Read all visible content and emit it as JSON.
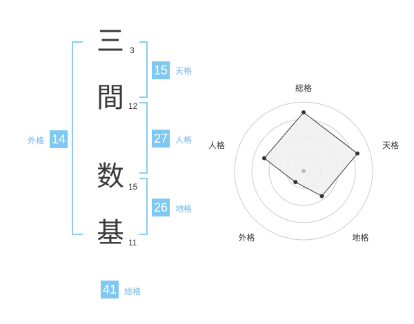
{
  "name": {
    "characters": [
      {
        "char": "三",
        "strokes": "3"
      },
      {
        "char": "間",
        "strokes": "12"
      },
      {
        "char": "数",
        "strokes": "15"
      },
      {
        "char": "基",
        "strokes": "11"
      }
    ]
  },
  "kakusu": {
    "tenkaku": {
      "value": "15",
      "label": "天格"
    },
    "jinkaku": {
      "value": "27",
      "label": "人格"
    },
    "chikaku": {
      "value": "26",
      "label": "地格"
    },
    "gaikaku": {
      "value": "14",
      "label": "外格"
    },
    "soukaku": {
      "value": "41",
      "label": "総格"
    }
  },
  "chart_data": {
    "type": "radar",
    "axes": [
      "総格",
      "天格",
      "地格",
      "外格",
      "人格"
    ],
    "values": [
      0.85,
      0.82,
      0.45,
      0.2,
      0.6
    ],
    "max": 1,
    "rings": 4,
    "colors": {
      "fill": "#f0f0f0",
      "line": "#333333",
      "ring": "#cccccc",
      "center": "#bbbbbb"
    }
  }
}
